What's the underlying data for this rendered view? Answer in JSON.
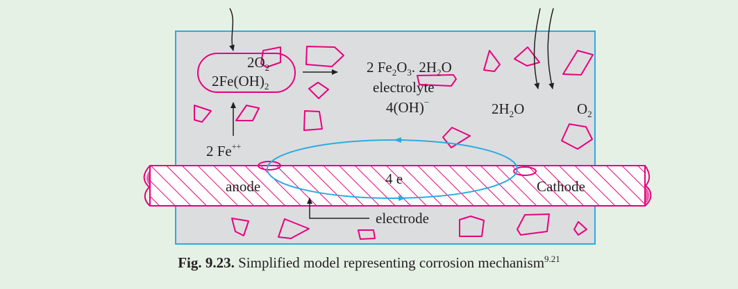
{
  "labels": {
    "o2_top": "2O",
    "o2_top_sub": "2",
    "fe_oh_main": "2Fe(OH)",
    "fe_oh_sub": "2",
    "rust_a": "2 Fe",
    "rust_a_sub": "2",
    "rust_b": "O",
    "rust_b_sub": "3",
    "rust_c": ". 2H",
    "rust_c_sub": "2",
    "rust_d": "O",
    "electrolyte": "electrolyte",
    "hydroxide_main": "4(OH)",
    "hydroxide_sup": "−",
    "water_main": "2H",
    "water_sub": "2",
    "water_end": "O",
    "oxygen_main": "O",
    "oxygen_sub": "2",
    "fe_ion_main": "2 Fe",
    "fe_ion_sup": "++",
    "electrons": "4 e",
    "anode": "anode",
    "cathode": "Cathode",
    "electrode": "electrode"
  },
  "caption": {
    "label": "Fig. 9.23.",
    "text": " Simplified model representing corrosion mechanism",
    "ref": "9.21"
  },
  "colors": {
    "background": "#e6f1e6",
    "medium_fill": "#dcdddf",
    "box_border": "#29abe2",
    "magenta": "#e6007e",
    "current_loop": "#29abe2",
    "text": "#231f20"
  }
}
